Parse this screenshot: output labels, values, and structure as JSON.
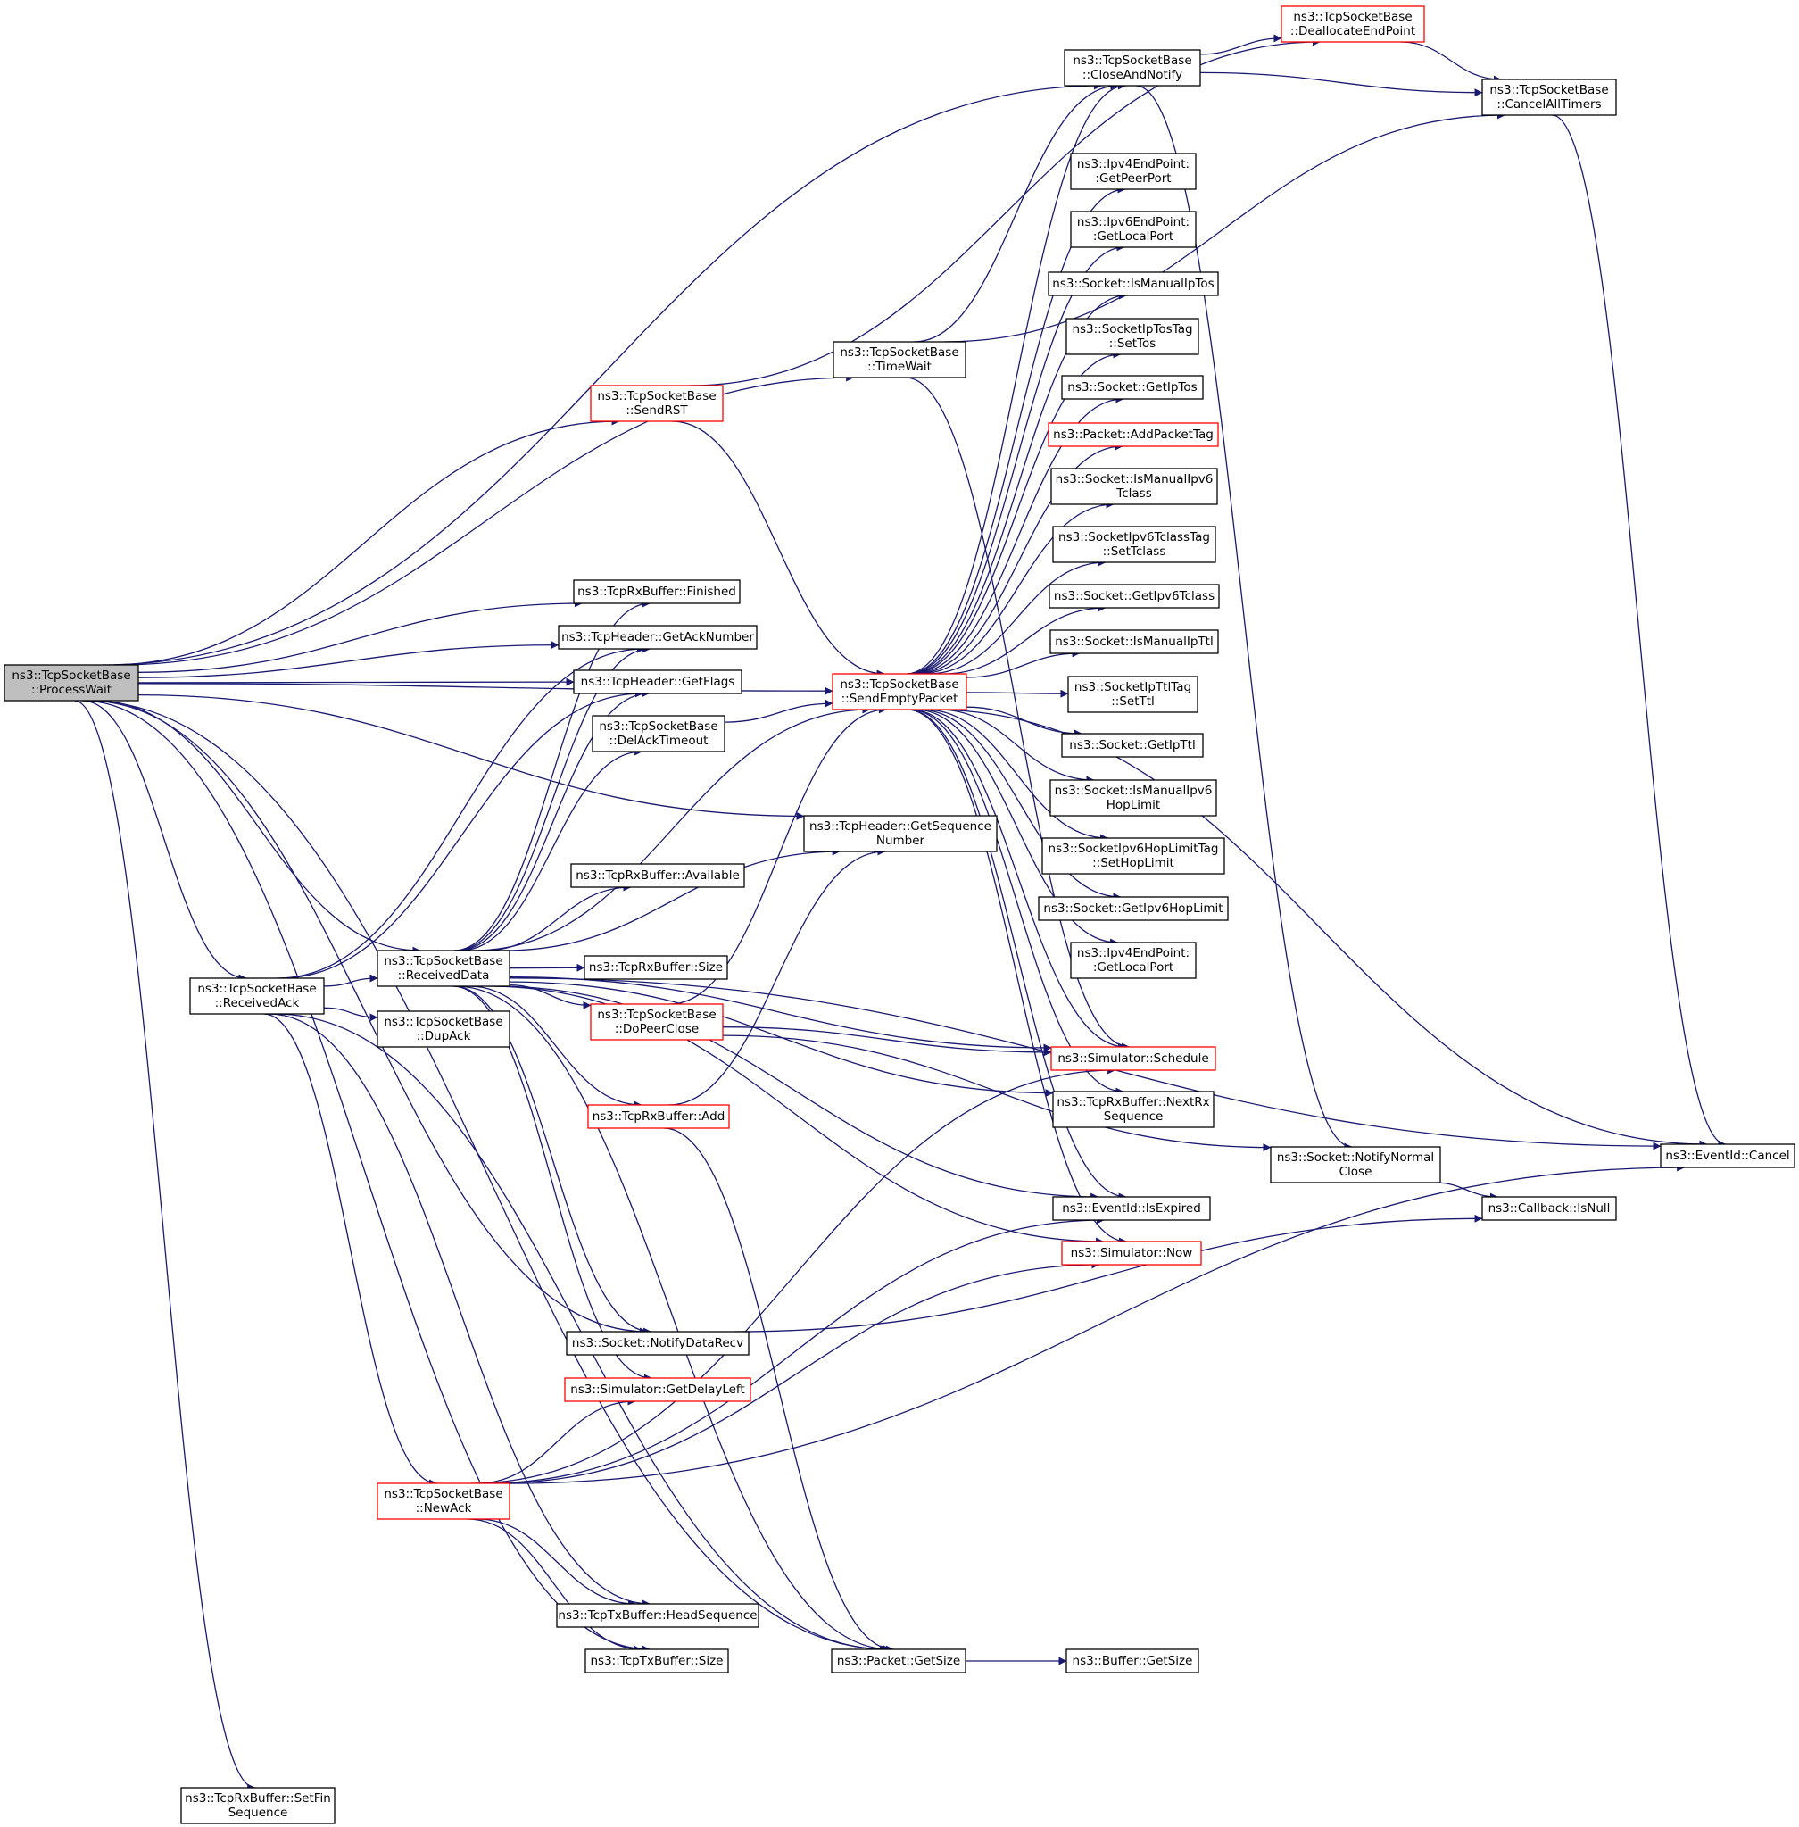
{
  "nodes": [
    {
      "id": "process_wait",
      "lines": [
        "ns3::TcpSocketBase",
        "::ProcessWait"
      ],
      "style": "root"
    },
    {
      "id": "deallocate_end_point",
      "lines": [
        "ns3::TcpSocketBase",
        "::DeallocateEndPoint"
      ],
      "style": "red"
    },
    {
      "id": "close_and_notify",
      "lines": [
        "ns3::TcpSocketBase",
        "::CloseAndNotify"
      ],
      "style": "normal"
    },
    {
      "id": "cancel_all_timers",
      "lines": [
        "ns3::TcpSocketBase",
        "::CancelAllTimers"
      ],
      "style": "normal"
    },
    {
      "id": "ipv4_get_peer_port",
      "lines": [
        "ns3::Ipv4EndPoint:",
        ":GetPeerPort"
      ],
      "style": "normal"
    },
    {
      "id": "ipv6_get_local_port",
      "lines": [
        "ns3::Ipv6EndPoint:",
        ":GetLocalPort"
      ],
      "style": "normal"
    },
    {
      "id": "is_manual_ip_tos",
      "lines": [
        "ns3::Socket::IsManualIpTos"
      ],
      "style": "normal"
    },
    {
      "id": "socket_ip_tos_tag_set_tos",
      "lines": [
        "ns3::SocketIpTosTag",
        "::SetTos"
      ],
      "style": "normal"
    },
    {
      "id": "get_ip_tos",
      "lines": [
        "ns3::Socket::GetIpTos"
      ],
      "style": "normal"
    },
    {
      "id": "add_packet_tag",
      "lines": [
        "ns3::Packet::AddPacketTag"
      ],
      "style": "red"
    },
    {
      "id": "is_manual_ipv6_tclass",
      "lines": [
        "ns3::Socket::IsManualIpv6",
        "Tclass"
      ],
      "style": "normal"
    },
    {
      "id": "set_tclass",
      "lines": [
        "ns3::SocketIpv6TclassTag",
        "::SetTclass"
      ],
      "style": "normal"
    },
    {
      "id": "get_ipv6_tclass",
      "lines": [
        "ns3::Socket::GetIpv6Tclass"
      ],
      "style": "normal"
    },
    {
      "id": "is_manual_ip_ttl",
      "lines": [
        "ns3::Socket::IsManualIpTtl"
      ],
      "style": "normal"
    },
    {
      "id": "set_ttl",
      "lines": [
        "ns3::SocketIpTtlTag",
        "::SetTtl"
      ],
      "style": "normal"
    },
    {
      "id": "get_ip_ttl",
      "lines": [
        "ns3::Socket::GetIpTtl"
      ],
      "style": "normal"
    },
    {
      "id": "is_manual_ipv6_hop_limit",
      "lines": [
        "ns3::Socket::IsManualIpv6",
        "HopLimit"
      ],
      "style": "normal"
    },
    {
      "id": "set_hop_limit",
      "lines": [
        "ns3::SocketIpv6HopLimitTag",
        "::SetHopLimit"
      ],
      "style": "normal"
    },
    {
      "id": "get_ipv6_hop_limit",
      "lines": [
        "ns3::Socket::GetIpv6HopLimit"
      ],
      "style": "normal"
    },
    {
      "id": "ipv4_get_local_port",
      "lines": [
        "ns3::Ipv4EndPoint:",
        ":GetLocalPort"
      ],
      "style": "normal"
    },
    {
      "id": "time_wait",
      "lines": [
        "ns3::TcpSocketBase",
        "::TimeWait"
      ],
      "style": "normal"
    },
    {
      "id": "send_rst",
      "lines": [
        "ns3::TcpSocketBase",
        "::SendRST"
      ],
      "style": "red"
    },
    {
      "id": "send_empty_packet",
      "lines": [
        "ns3::TcpSocketBase",
        "::SendEmptyPacket"
      ],
      "style": "red"
    },
    {
      "id": "rx_finished",
      "lines": [
        "ns3::TcpRxBuffer::Finished"
      ],
      "style": "normal"
    },
    {
      "id": "get_ack_number",
      "lines": [
        "ns3::TcpHeader::GetAckNumber"
      ],
      "style": "normal"
    },
    {
      "id": "get_flags",
      "lines": [
        "ns3::TcpHeader::GetFlags"
      ],
      "style": "normal"
    },
    {
      "id": "del_ack_timeout",
      "lines": [
        "ns3::TcpSocketBase",
        "::DelAckTimeout"
      ],
      "style": "normal"
    },
    {
      "id": "get_sequence_number",
      "lines": [
        "ns3::TcpHeader::GetSequence",
        "Number"
      ],
      "style": "normal"
    },
    {
      "id": "rx_available",
      "lines": [
        "ns3::TcpRxBuffer::Available"
      ],
      "style": "normal"
    },
    {
      "id": "received_data",
      "lines": [
        "ns3::TcpSocketBase",
        "::ReceivedData"
      ],
      "style": "normal"
    },
    {
      "id": "rx_size",
      "lines": [
        "ns3::TcpRxBuffer::Size"
      ],
      "style": "normal"
    },
    {
      "id": "received_ack",
      "lines": [
        "ns3::TcpSocketBase",
        "::ReceivedAck"
      ],
      "style": "normal"
    },
    {
      "id": "dup_ack",
      "lines": [
        "ns3::TcpSocketBase",
        "::DupAck"
      ],
      "style": "normal"
    },
    {
      "id": "do_peer_close",
      "lines": [
        "ns3::TcpSocketBase",
        "::DoPeerClose"
      ],
      "style": "red"
    },
    {
      "id": "simulator_schedule",
      "lines": [
        "ns3::Simulator::Schedule"
      ],
      "style": "red"
    },
    {
      "id": "rx_add",
      "lines": [
        "ns3::TcpRxBuffer::Add"
      ],
      "style": "red"
    },
    {
      "id": "next_rx_sequence",
      "lines": [
        "ns3::TcpRxBuffer::NextRx",
        "Sequence"
      ],
      "style": "normal"
    },
    {
      "id": "notify_normal_close",
      "lines": [
        "ns3::Socket::NotifyNormal",
        "Close"
      ],
      "style": "normal"
    },
    {
      "id": "event_id_cancel",
      "lines": [
        "ns3::EventId::Cancel"
      ],
      "style": "normal"
    },
    {
      "id": "callback_is_null",
      "lines": [
        "ns3::Callback::IsNull"
      ],
      "style": "normal"
    },
    {
      "id": "event_id_is_expired",
      "lines": [
        "ns3::EventId::IsExpired"
      ],
      "style": "normal"
    },
    {
      "id": "simulator_now",
      "lines": [
        "ns3::Simulator::Now"
      ],
      "style": "red"
    },
    {
      "id": "notify_data_recv",
      "lines": [
        "ns3::Socket::NotifyDataRecv"
      ],
      "style": "normal"
    },
    {
      "id": "get_delay_left",
      "lines": [
        "ns3::Simulator::GetDelayLeft"
      ],
      "style": "red"
    },
    {
      "id": "new_ack",
      "lines": [
        "ns3::TcpSocketBase",
        "::NewAck"
      ],
      "style": "red"
    },
    {
      "id": "tx_head_sequence",
      "lines": [
        "ns3::TcpTxBuffer::HeadSequence"
      ],
      "style": "normal"
    },
    {
      "id": "tx_size",
      "lines": [
        "ns3::TcpTxBuffer::Size"
      ],
      "style": "normal"
    },
    {
      "id": "packet_get_size",
      "lines": [
        "ns3::Packet::GetSize"
      ],
      "style": "normal"
    },
    {
      "id": "buffer_get_size",
      "lines": [
        "ns3::Buffer::GetSize"
      ],
      "style": "normal"
    },
    {
      "id": "set_fin_sequence",
      "lines": [
        "ns3::TcpRxBuffer::SetFin",
        "Sequence"
      ],
      "style": "normal"
    }
  ],
  "edges": [
    [
      "process_wait",
      "close_and_notify"
    ],
    [
      "process_wait",
      "send_rst"
    ],
    [
      "process_wait",
      "time_wait"
    ],
    [
      "process_wait",
      "send_empty_packet"
    ],
    [
      "process_wait",
      "get_sequence_number"
    ],
    [
      "process_wait",
      "rx_finished"
    ],
    [
      "process_wait",
      "get_ack_number"
    ],
    [
      "process_wait",
      "get_flags"
    ],
    [
      "process_wait",
      "received_data"
    ],
    [
      "process_wait",
      "received_ack"
    ],
    [
      "process_wait",
      "notify_data_recv"
    ],
    [
      "process_wait",
      "tx_size"
    ],
    [
      "process_wait",
      "packet_get_size"
    ],
    [
      "process_wait",
      "set_fin_sequence"
    ],
    [
      "send_rst",
      "deallocate_end_point"
    ],
    [
      "send_rst",
      "send_empty_packet"
    ],
    [
      "close_and_notify",
      "deallocate_end_point"
    ],
    [
      "close_and_notify",
      "cancel_all_timers"
    ],
    [
      "close_and_notify",
      "notify_normal_close"
    ],
    [
      "deallocate_end_point",
      "cancel_all_timers"
    ],
    [
      "cancel_all_timers",
      "event_id_cancel"
    ],
    [
      "time_wait",
      "close_and_notify"
    ],
    [
      "time_wait",
      "cancel_all_timers"
    ],
    [
      "time_wait",
      "simulator_schedule"
    ],
    [
      "send_empty_packet",
      "close_and_notify"
    ],
    [
      "send_empty_packet",
      "ipv4_get_peer_port"
    ],
    [
      "send_empty_packet",
      "ipv6_get_local_port"
    ],
    [
      "send_empty_packet",
      "is_manual_ip_tos"
    ],
    [
      "send_empty_packet",
      "socket_ip_tos_tag_set_tos"
    ],
    [
      "send_empty_packet",
      "get_ip_tos"
    ],
    [
      "send_empty_packet",
      "add_packet_tag"
    ],
    [
      "send_empty_packet",
      "is_manual_ipv6_tclass"
    ],
    [
      "send_empty_packet",
      "set_tclass"
    ],
    [
      "send_empty_packet",
      "get_ipv6_tclass"
    ],
    [
      "send_empty_packet",
      "is_manual_ip_ttl"
    ],
    [
      "send_empty_packet",
      "set_ttl"
    ],
    [
      "send_empty_packet",
      "get_ip_ttl"
    ],
    [
      "send_empty_packet",
      "is_manual_ipv6_hop_limit"
    ],
    [
      "send_empty_packet",
      "set_hop_limit"
    ],
    [
      "send_empty_packet",
      "get_ipv6_hop_limit"
    ],
    [
      "send_empty_packet",
      "ipv4_get_local_port"
    ],
    [
      "send_empty_packet",
      "simulator_schedule"
    ],
    [
      "send_empty_packet",
      "next_rx_sequence"
    ],
    [
      "send_empty_packet",
      "event_id_cancel"
    ],
    [
      "send_empty_packet",
      "event_id_is_expired"
    ],
    [
      "send_empty_packet",
      "simulator_now"
    ],
    [
      "del_ack_timeout",
      "send_empty_packet"
    ],
    [
      "received_ack",
      "get_ack_number"
    ],
    [
      "received_ack",
      "get_flags"
    ],
    [
      "received_ack",
      "received_data"
    ],
    [
      "received_ack",
      "dup_ack"
    ],
    [
      "received_ack",
      "new_ack"
    ],
    [
      "received_ack",
      "tx_head_sequence"
    ],
    [
      "received_ack",
      "packet_get_size"
    ],
    [
      "received_data",
      "rx_finished"
    ],
    [
      "received_data",
      "get_ack_number"
    ],
    [
      "received_data",
      "get_flags"
    ],
    [
      "received_data",
      "del_ack_timeout"
    ],
    [
      "received_data",
      "send_empty_packet"
    ],
    [
      "received_data",
      "get_sequence_number"
    ],
    [
      "received_data",
      "rx_available"
    ],
    [
      "received_data",
      "rx_size"
    ],
    [
      "received_data",
      "do_peer_close"
    ],
    [
      "received_data",
      "rx_add"
    ],
    [
      "received_data",
      "simulator_schedule"
    ],
    [
      "received_data",
      "next_rx_sequence"
    ],
    [
      "received_data",
      "event_id_is_expired"
    ],
    [
      "received_data",
      "simulator_now"
    ],
    [
      "received_data",
      "event_id_cancel"
    ],
    [
      "received_data",
      "notify_data_recv"
    ],
    [
      "received_data",
      "get_delay_left"
    ],
    [
      "received_data",
      "packet_get_size"
    ],
    [
      "do_peer_close",
      "send_empty_packet"
    ],
    [
      "do_peer_close",
      "simulator_schedule"
    ],
    [
      "do_peer_close",
      "notify_normal_close"
    ],
    [
      "rx_add",
      "get_sequence_number"
    ],
    [
      "rx_add",
      "packet_get_size"
    ],
    [
      "notify_normal_close",
      "callback_is_null"
    ],
    [
      "notify_data_recv",
      "callback_is_null"
    ],
    [
      "new_ack",
      "get_delay_left"
    ],
    [
      "new_ack",
      "simulator_schedule"
    ],
    [
      "new_ack",
      "event_id_is_expired"
    ],
    [
      "new_ack",
      "simulator_now"
    ],
    [
      "new_ack",
      "event_id_cancel"
    ],
    [
      "new_ack",
      "tx_head_sequence"
    ],
    [
      "new_ack",
      "tx_size"
    ],
    [
      "packet_get_size",
      "buffer_get_size"
    ]
  ]
}
